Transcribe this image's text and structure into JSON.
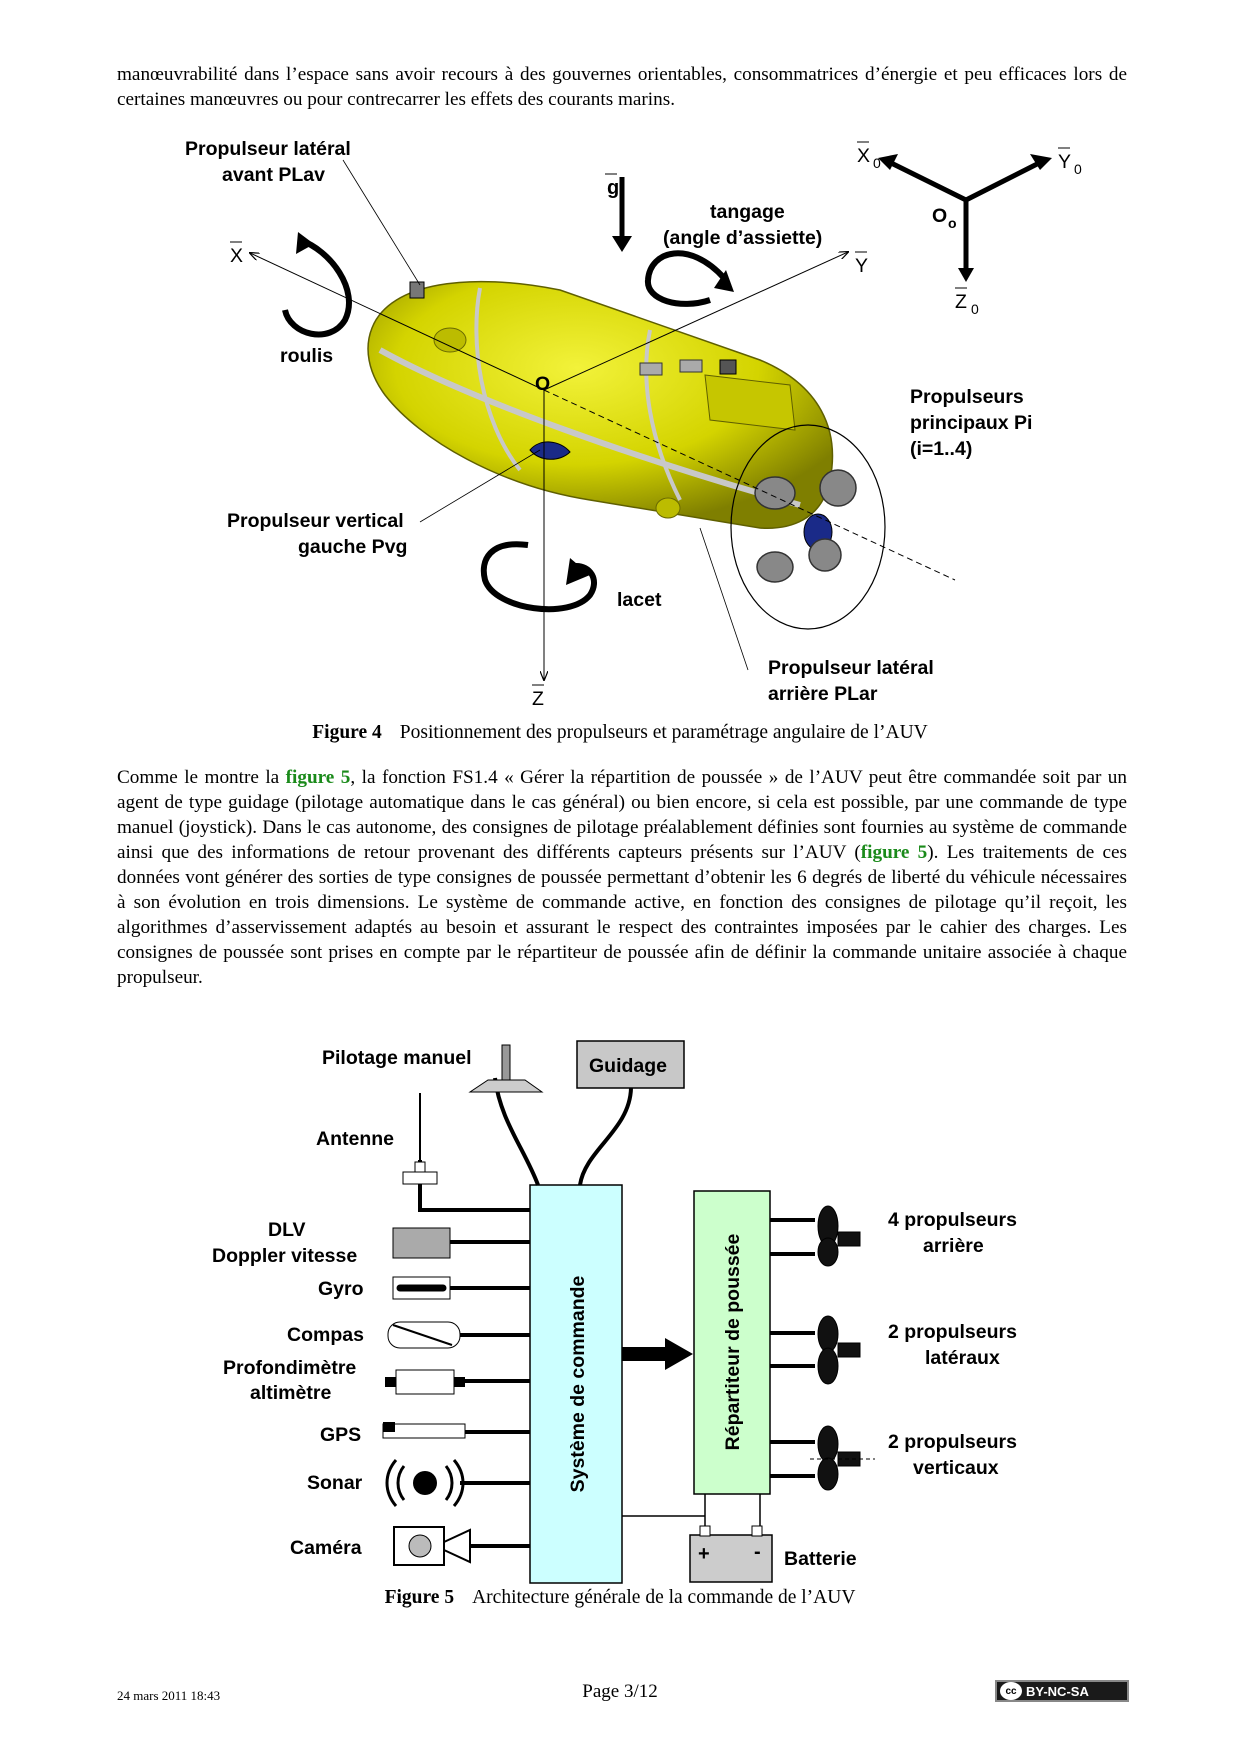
{
  "intro_text": "manœuvrabilité dans l’espace sans avoir recours à des gouvernes orientables, consommatrices d’énergie et peu efficaces lors de certaines manœuvres ou pour contrecarrer les effets des courants marins.",
  "figure4": {
    "labels": {
      "plav": [
        "Propulseur latéral",
        "avant PLav"
      ],
      "g": "g",
      "tangage": [
        "tangage",
        "(angle d’assiette)"
      ],
      "x": "X",
      "y": "Y",
      "z": "Z",
      "o": "O",
      "roulis": "roulis",
      "lacet": "lacet",
      "pvg": [
        "Propulseur vertical",
        "gauche Pvg"
      ],
      "pi": [
        "Propulseurs",
        "principaux Pi",
        "(i=1..4)"
      ],
      "plar": [
        "Propulseur latéral",
        "arrière PLar"
      ],
      "x0": "X",
      "y0": "Y",
      "z0": "Z",
      "o0": "O",
      "sub0": "0",
      "subo": "o"
    },
    "caption_label": "Figure 4",
    "caption_text": "Positionnement des propulseurs et paramétrage angulaire de l’AUV"
  },
  "para2": {
    "t1": "Comme le montre la ",
    "link1": "figure 5",
    "t2": ", la fonction FS1.4 « Gérer la répartition de poussée » de l’AUV peut être commandée soit par un agent de type guidage (pilotage automatique dans le cas général) ou bien encore, si cela est possible, par une commande de type manuel (joystick). Dans le cas autonome, des consignes de pilotage préalablement définies sont fournies au système de commande ainsi que des informations de retour provenant des différents capteurs présents sur l’AUV (",
    "link2": "figure 5",
    "t3": "). Les traitements de ces données vont générer des sorties de type consignes de poussée permettant d’obtenir les 6 degrés de liberté du véhicule nécessaires à son évolution en trois dimensions. Le système de commande active, en fonction des consignes de pilotage qu’il reçoit, les algorithmes d’asservissement adaptés au besoin et assurant le respect des contraintes imposées par le cahier des charges. Les consignes de poussée sont prises en compte par le répartiteur de poussée afin de définir la commande unitaire associée à chaque propulseur."
  },
  "figure5": {
    "pilotage": "Pilotage manuel",
    "guidage": "Guidage",
    "antenne": "Antenne",
    "dlv": "DLV",
    "doppler": "Doppler vitesse",
    "gyro": "Gyro",
    "compas": "Compas",
    "profondimetre": "Profondimètre",
    "altimetre": "altimètre",
    "gps": "GPS",
    "sonar": "Sonar",
    "camera": "Caméra",
    "systeme": "Système de commande",
    "repartiteur": "Répartiteur de poussée",
    "arriere": [
      "4 propulseurs",
      "arrière"
    ],
    "lateraux": [
      "2 propulseurs",
      "latéraux"
    ],
    "verticaux": [
      "2 propulseurs",
      "verticaux"
    ],
    "batterie": "Batterie",
    "plus": "+",
    "minus": "-",
    "caption_label": "Figure 5",
    "caption_text": "Architecture générale de la commande de l’AUV"
  },
  "footer": {
    "date": "24 mars 2011 18:43",
    "page": "Page 3/12",
    "license": "BY-NC-SA",
    "cc": "cc"
  },
  "colors": {
    "hull": "#d6d600",
    "hull_dark": "#8a8a00",
    "systeme_fill": "#ccffff",
    "repartiteur_fill": "#ccffcc",
    "guidage_fill": "#c8c8c8",
    "link": "#1a8a1a"
  }
}
